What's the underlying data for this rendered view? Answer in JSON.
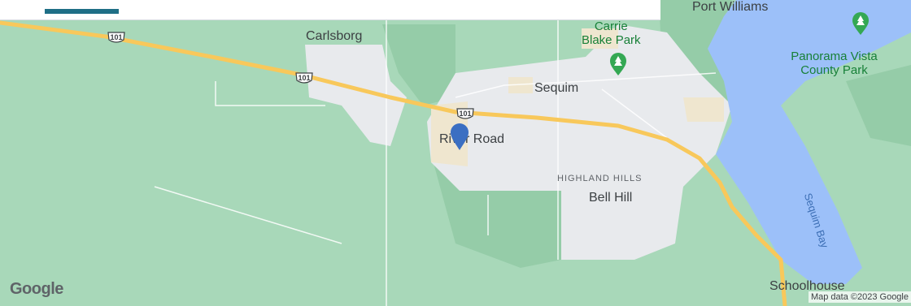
{
  "places": {
    "port_williams": "Port Williams",
    "carlsborg": "Carlsborg",
    "sequim": "Sequim",
    "river_road": "River Road",
    "highland_hills": "HIGHLAND HILLS",
    "bell_hill": "Bell Hill",
    "schoolhouse": "Schoolhouse"
  },
  "parks": {
    "carrie_blake_line1": "Carrie",
    "carrie_blake_line2": "Blake Park",
    "panorama_line1": "Panorama Vista",
    "panorama_line2": "County Park"
  },
  "water": {
    "sequim_bay": "Sequim Bay"
  },
  "highway": {
    "route_number": "101"
  },
  "branding": {
    "logo": "Google",
    "attribution": "Map data ©2023 Google"
  },
  "colors": {
    "land": "#a8d8b9",
    "urban": "#e8eaed",
    "water": "#9cc0f9",
    "highway": "#f8c85b",
    "pin": "#3b6fc2",
    "accent": "#1f6f86"
  },
  "icons": {
    "park": "tree-icon",
    "marker": "location-pin-icon",
    "shield": "us-highway-shield-icon"
  }
}
